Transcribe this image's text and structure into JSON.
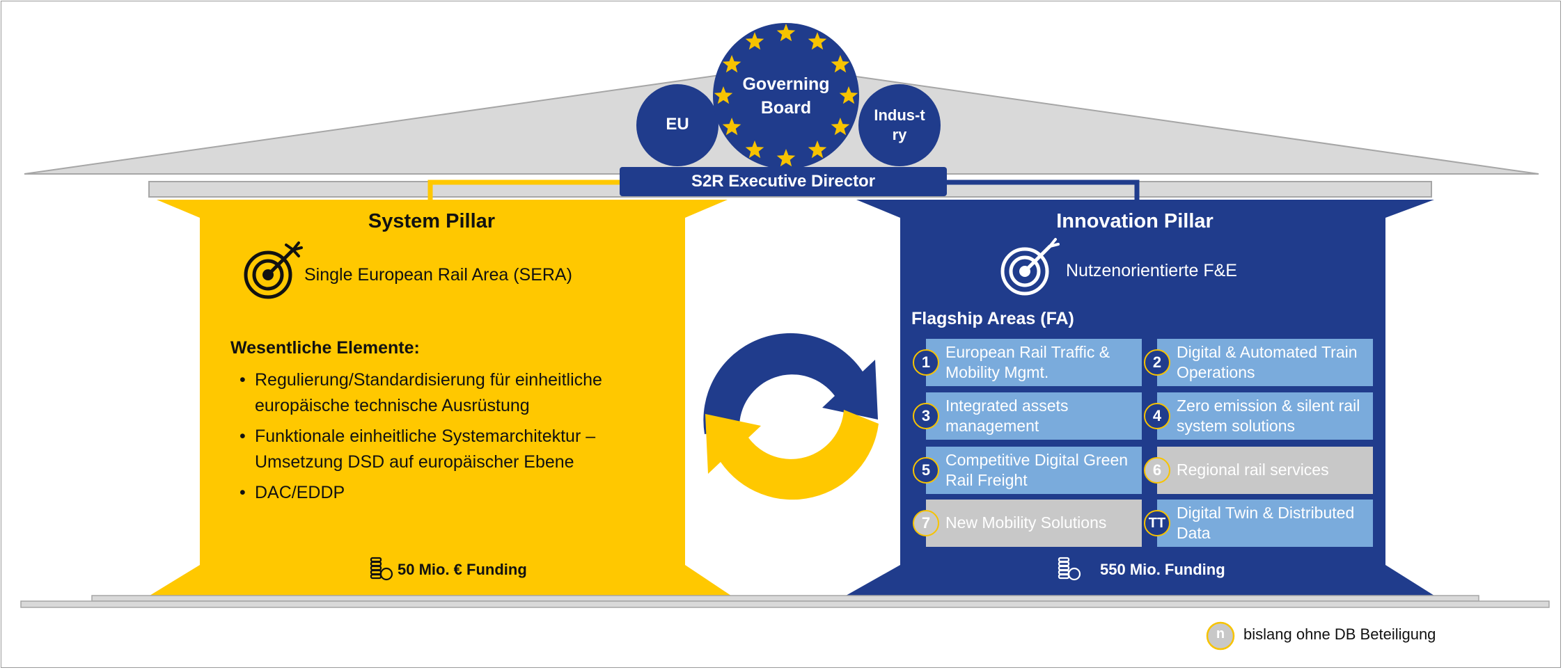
{
  "colors": {
    "navy": "#203c8c",
    "yellow": "#ffc800",
    "light_blue": "#7aabdc",
    "gray": "#c8c8c8",
    "roof": "#d9d9d9",
    "star": "#f7c300"
  },
  "roof": {
    "governing_board": "Governing Board",
    "left_circle": "EU",
    "right_circle": "Indus-try",
    "executive_director": "S2R Executive Director"
  },
  "system_pillar": {
    "title": "System Pillar",
    "goal_icon": "target-arrow-icon",
    "goal": "Single European Rail Area (SERA)",
    "elements_heading": "Wesentliche Elemente:",
    "bullets": [
      "Regulierung/Standardisierung für einheitliche europäische technische Ausrüstung",
      "Funktionale einheitliche Systemarchitektur – Umsetzung DSD auf europäischer Ebene",
      "DAC/EDDP"
    ],
    "funding_icon": "coins-icon",
    "funding": "50 Mio. € Funding"
  },
  "innovation_pillar": {
    "title": "Innovation Pillar",
    "goal_icon": "target-arrow-icon",
    "goal": "Nutzenorientierte F&E",
    "flagship_heading": "Flagship Areas (FA)",
    "flagship_areas": [
      {
        "badge": "1",
        "label": "European Rail Traffic & Mobility Mgmt.",
        "db_participation": true
      },
      {
        "badge": "2",
        "label": "Digital & Automated Train Operations",
        "db_participation": true
      },
      {
        "badge": "3",
        "label": "Integrated assets management",
        "db_participation": true
      },
      {
        "badge": "4",
        "label": "Zero emission & silent rail system solutions",
        "db_participation": true
      },
      {
        "badge": "5",
        "label": "Competitive Digital Green Rail Freight",
        "db_participation": true
      },
      {
        "badge": "6",
        "label": "Regional rail services",
        "db_participation": false
      },
      {
        "badge": "7",
        "label": "New Mobility Solutions",
        "db_participation": false
      },
      {
        "badge": "TT",
        "label": "Digital Twin & Distributed Data",
        "db_participation": true
      }
    ],
    "funding_icon": "coins-icon",
    "funding": "550 Mio. Funding"
  },
  "center_icon": "cycle-arrows-icon",
  "legend": {
    "badge": "n",
    "label": "bislang ohne DB Beteiligung"
  }
}
